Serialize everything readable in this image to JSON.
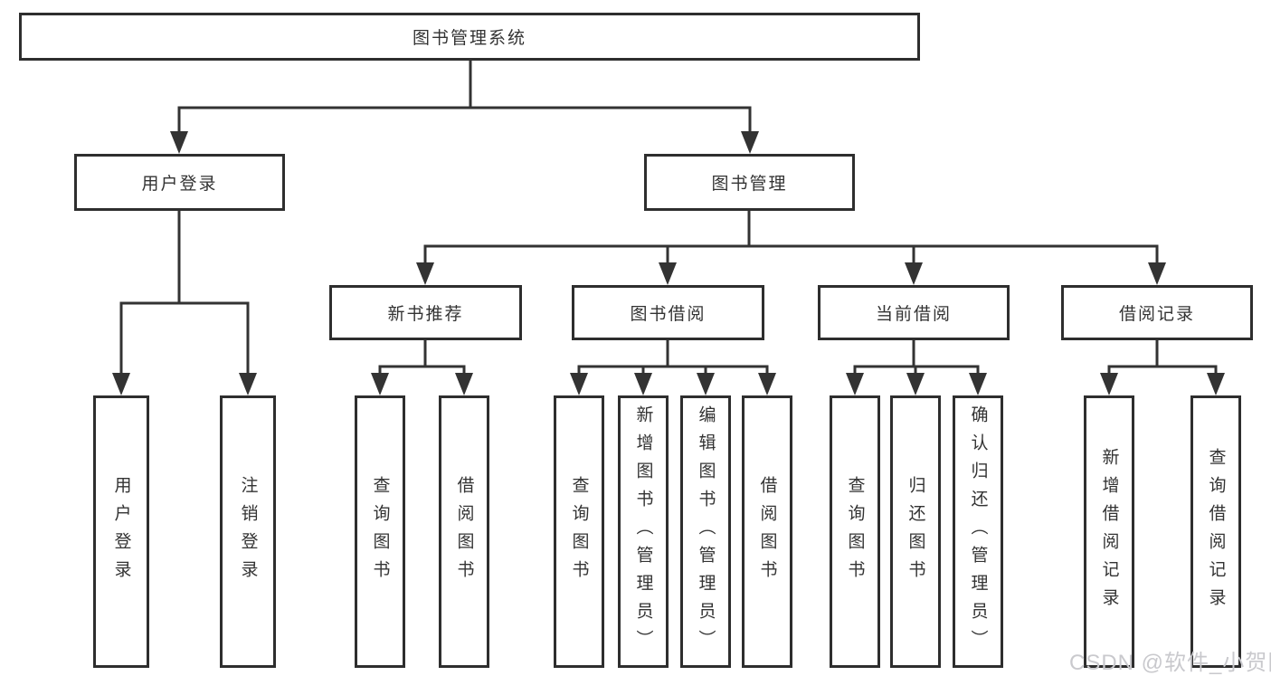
{
  "diagram": {
    "type": "tree-structure-chart",
    "root": {
      "label": "图书管理系统",
      "children": [
        {
          "label": "用户登录",
          "children": [
            {
              "label": "用户登录"
            },
            {
              "label": "注销登录"
            }
          ]
        },
        {
          "label": "图书管理",
          "children": [
            {
              "label": "新书推荐",
              "children": [
                {
                  "label": "查询图书"
                },
                {
                  "label": "借阅图书"
                }
              ]
            },
            {
              "label": "图书借阅",
              "children": [
                {
                  "label": "查询图书"
                },
                {
                  "label": "新增图书（管理员）"
                },
                {
                  "label": "编辑图书（管理员）"
                },
                {
                  "label": "借阅图书"
                }
              ]
            },
            {
              "label": "当前借阅",
              "children": [
                {
                  "label": "查询图书"
                },
                {
                  "label": "归还图书"
                },
                {
                  "label": "确认归还（管理员）"
                }
              ]
            },
            {
              "label": "借阅记录",
              "children": [
                {
                  "label": "新增借阅记录"
                },
                {
                  "label": "查询借阅记录"
                }
              ]
            }
          ]
        }
      ]
    }
  },
  "watermark": {
    "text": "CSDN @软件_小贺同学",
    "color": "#c9c9cd"
  },
  "colors": {
    "background": "#ffffff",
    "box_border": "#2e2e2e",
    "line": "#333333",
    "text": "#333333"
  }
}
